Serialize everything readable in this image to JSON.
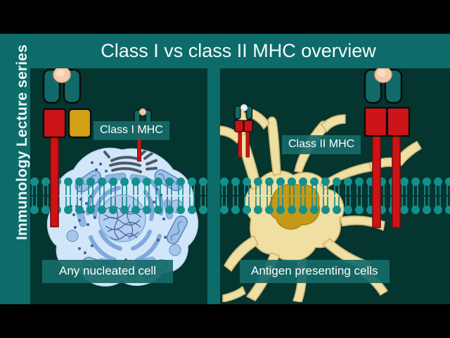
{
  "slide": {
    "title": "Class I vs class II MHC overview",
    "sidebar_label": "Immunology Lecture series",
    "background_color": "#0d6b6a",
    "panel_background_color": "#04352f",
    "letterbox_color": "#000000"
  },
  "panels": [
    {
      "id": "left",
      "molecule_label": "Class I MHC",
      "cell_label": "Any nucleated cell",
      "cell_type": "nucleated-cell",
      "cell_color": "#cfe4f7",
      "organelles": [
        "nucleus",
        "chromatin",
        "endoplasmic-reticulum",
        "golgi-apparatus",
        "mitochondria",
        "lysosomes",
        "ribosomes"
      ],
      "molecule": {
        "chains": 1,
        "alpha_lobes": 2,
        "lobe_color": "#116a68",
        "stalk_color": "#cc1417",
        "beta2m_color": "#d2a014",
        "peptide_color": "#f6c9a8"
      }
    },
    {
      "id": "right",
      "molecule_label": "Class II MHC",
      "cell_label": "Antigen presenting cells",
      "cell_type": "dendritic-cell",
      "cell_color": "#f0dfa2",
      "nucleus_color": "#c59a18",
      "molecule": {
        "chains": 2,
        "alpha_lobes": 2,
        "lobe_color": "#116a68",
        "stalk_color": "#cc1417",
        "peptide_color": "#f6c9a8"
      }
    }
  ],
  "membrane": {
    "head_color": "#12908e",
    "tail_color": "#1c8d8b",
    "description": "phospholipid-bilayer"
  }
}
